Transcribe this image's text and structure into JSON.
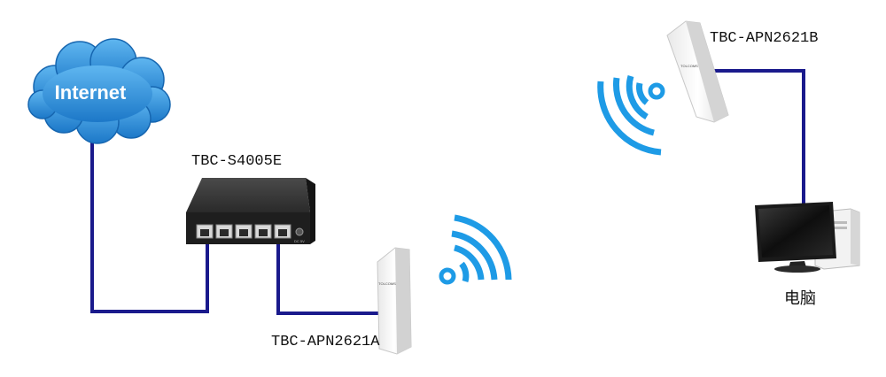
{
  "internet": {
    "label": "Internet"
  },
  "switch": {
    "label": "TBC-S4005E",
    "port_label": "DC 5V"
  },
  "ap_a": {
    "label": "TBC-APN2621A",
    "brand": "TOLCOMS"
  },
  "ap_b": {
    "label": "TBC-APN2621B",
    "brand": "TOLCOMS"
  },
  "pc": {
    "label": "电脑"
  },
  "colors": {
    "cable": "#1a1a8c",
    "wifi": "#1e9be6",
    "cloud": "#2f8fd6"
  }
}
